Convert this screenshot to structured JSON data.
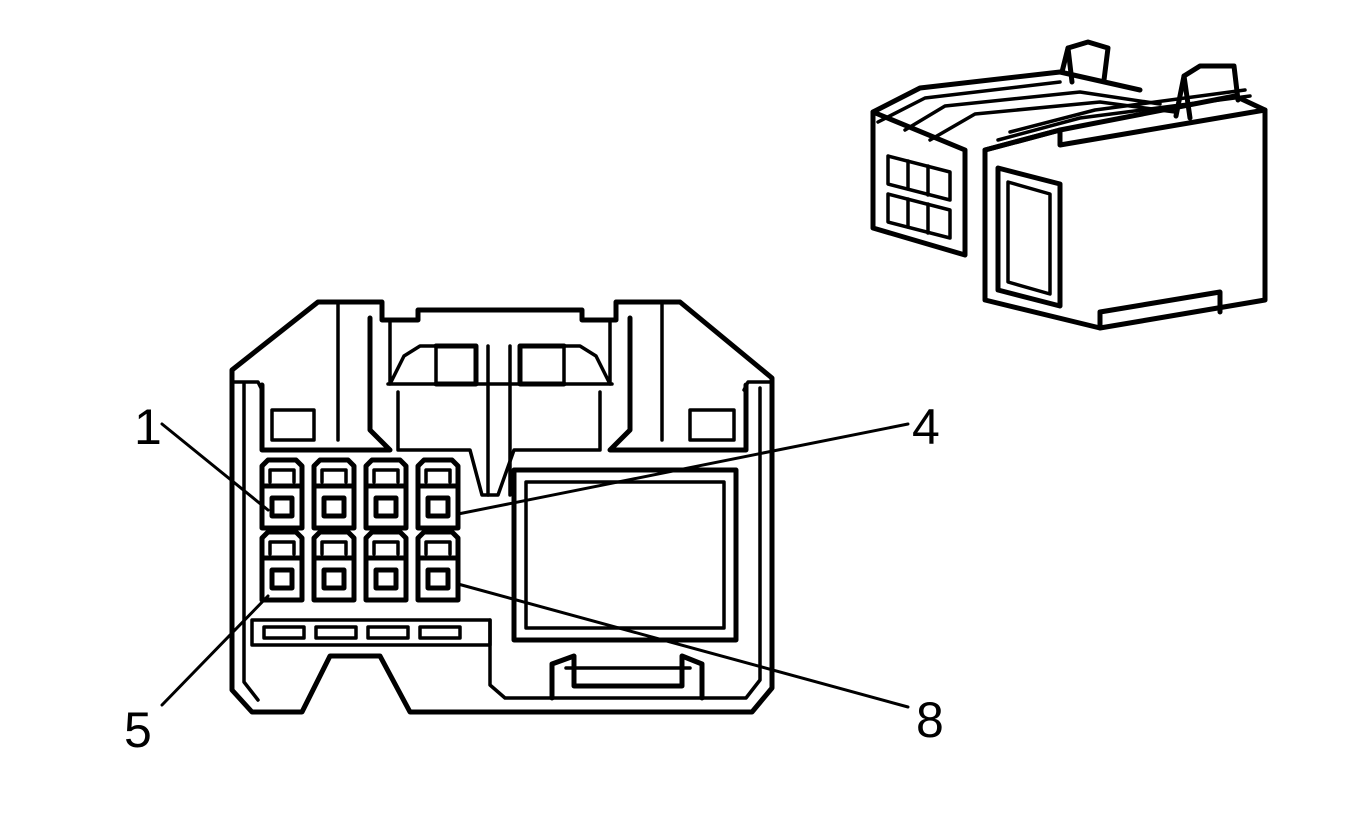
{
  "diagram": {
    "pin_labels": {
      "pin_1": "1",
      "pin_4": "4",
      "pin_5": "5",
      "pin_8": "8"
    },
    "cavity_rows": 2,
    "cavities_per_row": 4,
    "line_color": "#000000",
    "background_color": "#ffffff"
  }
}
